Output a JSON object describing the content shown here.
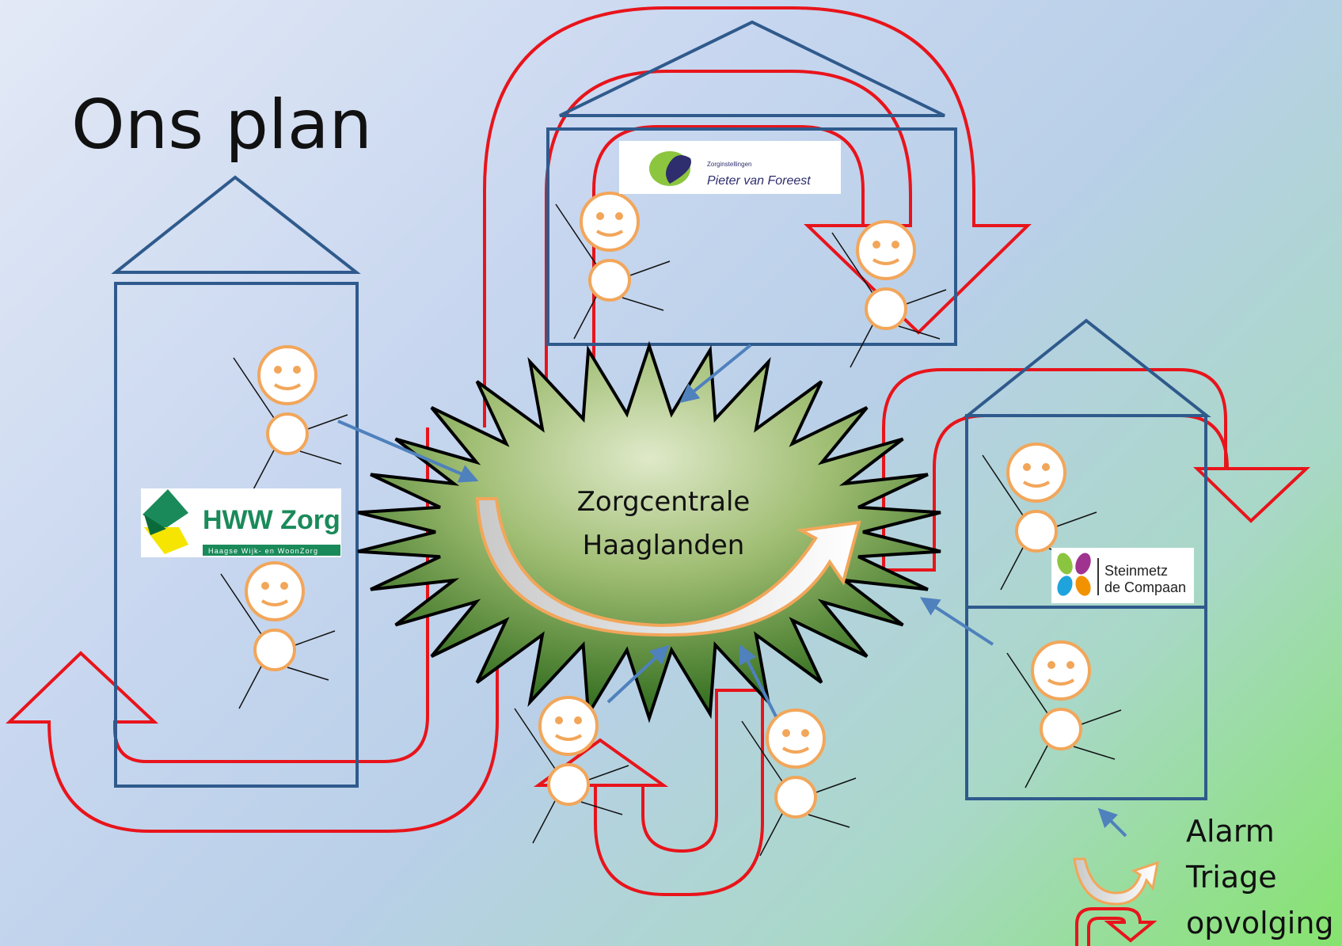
{
  "title": "Ons plan",
  "center": {
    "line1": "Zorgcentrale",
    "line2": "Haaglanden"
  },
  "logos": {
    "pvf": {
      "small": "Zorginstellingen",
      "name": "Pieter van Foreest"
    },
    "hww": {
      "name": "HWW Zorg",
      "sub": "Haagse Wijk- en WoonZorg"
    },
    "sdc": {
      "line1": "Steinmetz",
      "line2": "de Compaan"
    }
  },
  "legend": {
    "alarm": "Alarm",
    "triage": "Triage",
    "followup": "opvolging"
  },
  "colors": {
    "house": "#2f5a8c",
    "loop": "#e8141b",
    "person": "#f2a65a",
    "alarm_arrow": "#4f81bd",
    "star_top": "#d7e4bf",
    "star_bottom": "#2f6a1d"
  }
}
